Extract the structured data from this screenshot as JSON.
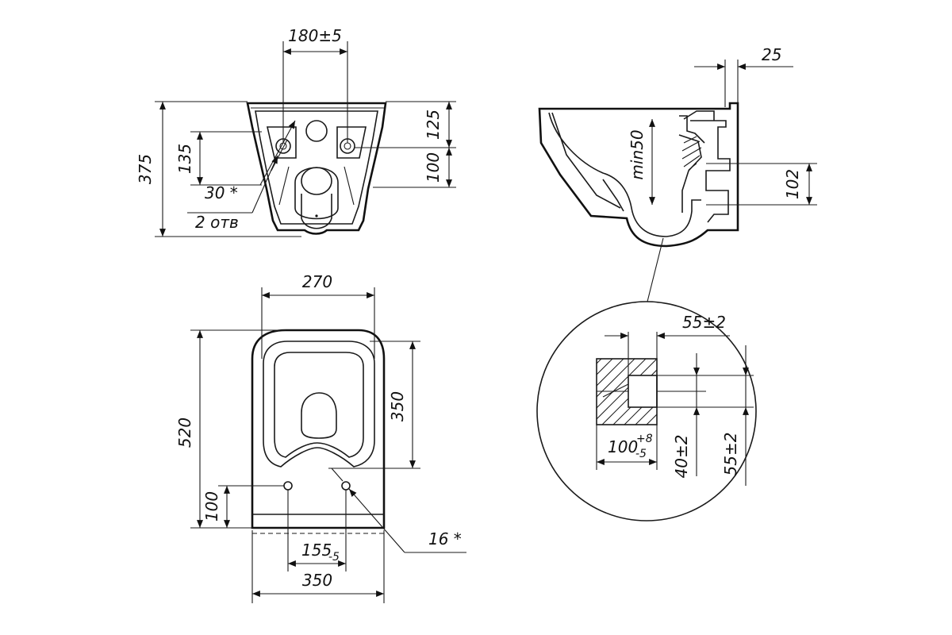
{
  "front_view": {
    "dim_width": "180±5",
    "dim_top_right": "125",
    "dim_bottom_right": "100",
    "dim_left_inner": "135",
    "dim_height": "375",
    "note_angle": "30 *",
    "note_holes": "2 отв"
  },
  "side_view": {
    "dim_offset": "25",
    "dim_min": "min50",
    "dim_outlet": "102"
  },
  "top_view": {
    "dim_top": "270",
    "dim_inner_height": "350",
    "dim_length": "520",
    "dim_hole_offset": "100",
    "dim_hole_spacing": "155",
    "dim_hole_spacing_tol": "-5",
    "dim_bottom": "350",
    "note_hole": "16 *"
  },
  "detail_view": {
    "dim_top": "55±2",
    "dim_width": "100",
    "dim_width_tol_upper": "+8",
    "dim_width_tol_lower": "-5",
    "dim_mid": "40±2",
    "dim_right": "55±2"
  }
}
